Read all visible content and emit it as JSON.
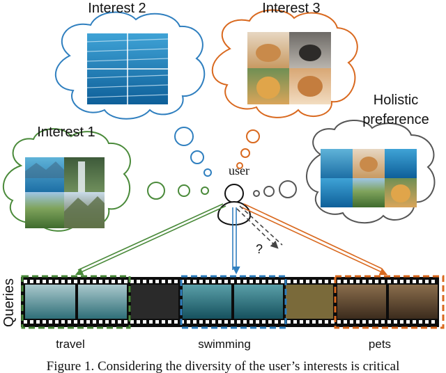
{
  "interests": [
    {
      "label": "Interest 1",
      "color": "#4a8a3a"
    },
    {
      "label": "Interest 2",
      "color": "#2f7fbf"
    },
    {
      "label": "Interest 3",
      "color": "#d9691f"
    }
  ],
  "holistic": {
    "line1": "Holistic",
    "line2": "preference",
    "color": "#555555"
  },
  "user_label": "user",
  "question_mark": "?",
  "queries_label": "Queries",
  "query_groups": [
    {
      "label": "travel",
      "color": "#4a8a3a"
    },
    {
      "label": "swimming",
      "color": "#2f7fbf"
    },
    {
      "label": "pets",
      "color": "#d9691f"
    }
  ],
  "caption": "Figure 1. Considering the diversity of the user’s interests is critical"
}
